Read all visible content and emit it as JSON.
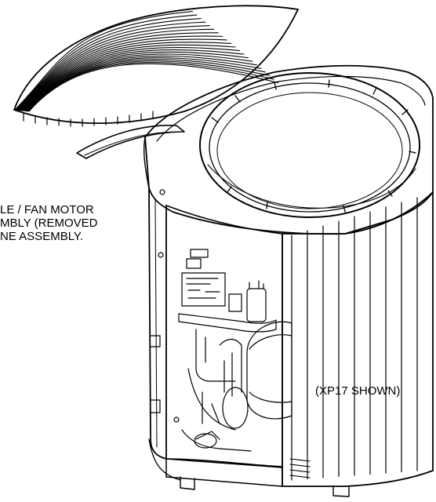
{
  "callout": {
    "lines": [
      "LE / FAN MOTOR",
      "MBLY (REMOVED",
      "NE ASSEMBLY."
    ]
  },
  "model_note": "(XP17 SHOWN)"
}
